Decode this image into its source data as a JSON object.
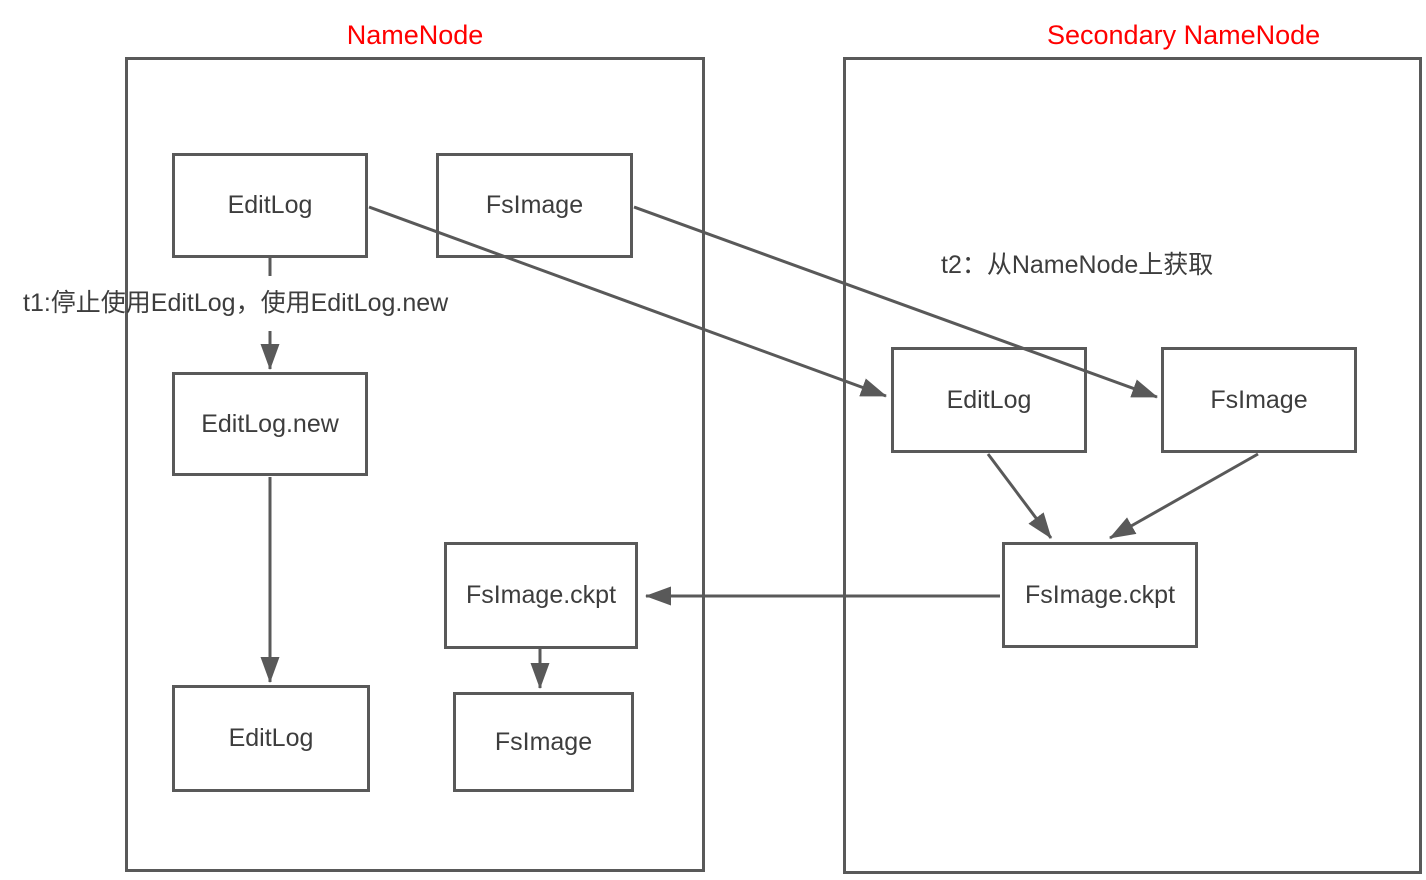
{
  "titles": {
    "namenode": "NameNode",
    "secondary_namenode": "Secondary NameNode"
  },
  "annotations": {
    "t1": "t1:停止使用EditLog，使用EditLog.new",
    "t2": "t2：从NameNode上获取"
  },
  "nodes": {
    "nn_editlog_top": {
      "label": "EditLog"
    },
    "nn_fsimage_top": {
      "label": "FsImage"
    },
    "nn_editlog_new": {
      "label": "EditLog.new"
    },
    "nn_editlog_bottom": {
      "label": "EditLog"
    },
    "nn_fsimage_ckpt": {
      "label": "FsImage.ckpt"
    },
    "nn_fsimage_bottom": {
      "label": "FsImage"
    },
    "sec_editlog": {
      "label": "EditLog"
    },
    "sec_fsimage": {
      "label": "FsImage"
    },
    "sec_fsimage_ckpt": {
      "label": "FsImage.ckpt"
    }
  },
  "edges": [
    {
      "from": "nn_editlog_top",
      "to": "sec_editlog",
      "note": "t2：从NameNode上获取"
    },
    {
      "from": "nn_fsimage_top",
      "to": "sec_fsimage",
      "note": "t2：从NameNode上获取"
    },
    {
      "from": "nn_editlog_top",
      "to": "nn_editlog_new",
      "note": "t1:停止使用EditLog，使用EditLog.new"
    },
    {
      "from": "nn_editlog_new",
      "to": "nn_editlog_bottom",
      "note": ""
    },
    {
      "from": "sec_editlog",
      "to": "sec_fsimage_ckpt",
      "note": ""
    },
    {
      "from": "sec_fsimage",
      "to": "sec_fsimage_ckpt",
      "note": ""
    },
    {
      "from": "sec_fsimage_ckpt",
      "to": "nn_fsimage_ckpt",
      "note": ""
    },
    {
      "from": "nn_fsimage_ckpt",
      "to": "nn_fsimage_bottom",
      "note": ""
    }
  ],
  "colors": {
    "title_red": "#ff0000",
    "line_gray": "#595959",
    "text_gray": "#3d3d3d",
    "background": "#ffffff"
  }
}
